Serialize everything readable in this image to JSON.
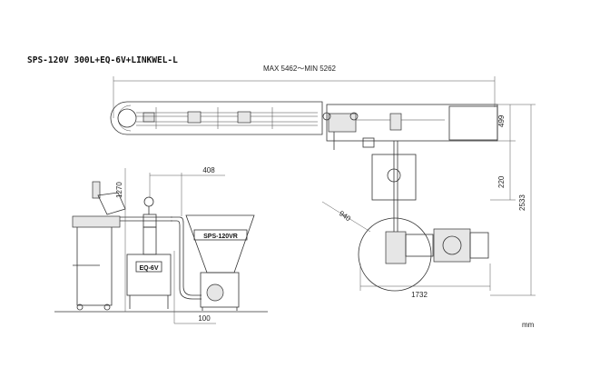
{
  "title": "SPS-120V 300L+EQ-6V+LINKWEL-L",
  "dimensions": {
    "overall_length": "MAX 5462～MIN 5262",
    "conveyor_height": "499",
    "drop_height": "220",
    "total_height": "2533",
    "swing_radius": "940",
    "base_width": "1732",
    "pipe_offset": "408",
    "machine_height": "1270",
    "floor_offset": "100"
  },
  "labels": {
    "equalizer": "EQ-6V",
    "hopper": "SPS-120VR"
  },
  "unit": "mm"
}
